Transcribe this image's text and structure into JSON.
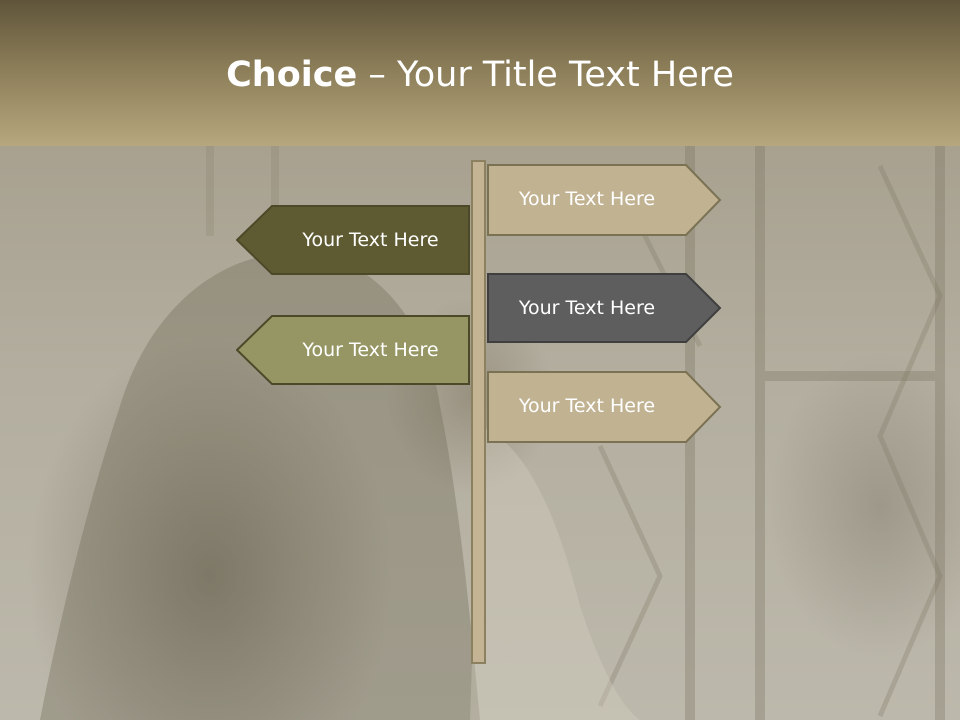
{
  "title": {
    "bold": "Choice",
    "rest": " – Your Title Text Here"
  },
  "signs": [
    {
      "label": "Your Text Here",
      "direction": "right",
      "fill": "#c1b292"
    },
    {
      "label": "Your Text Here",
      "direction": "left",
      "fill": "#5e5b32"
    },
    {
      "label": "Your Text Here",
      "direction": "right",
      "fill": "#5e5e5e"
    },
    {
      "label": "Your Text Here",
      "direction": "left",
      "fill": "#959663"
    },
    {
      "label": "Your Text Here",
      "direction": "right",
      "fill": "#c1b292"
    }
  ],
  "colors": {
    "header_top": "#5f553a",
    "header_bottom": "#b6a77d",
    "pole": "#c4b494",
    "outline": "#7a7252"
  }
}
